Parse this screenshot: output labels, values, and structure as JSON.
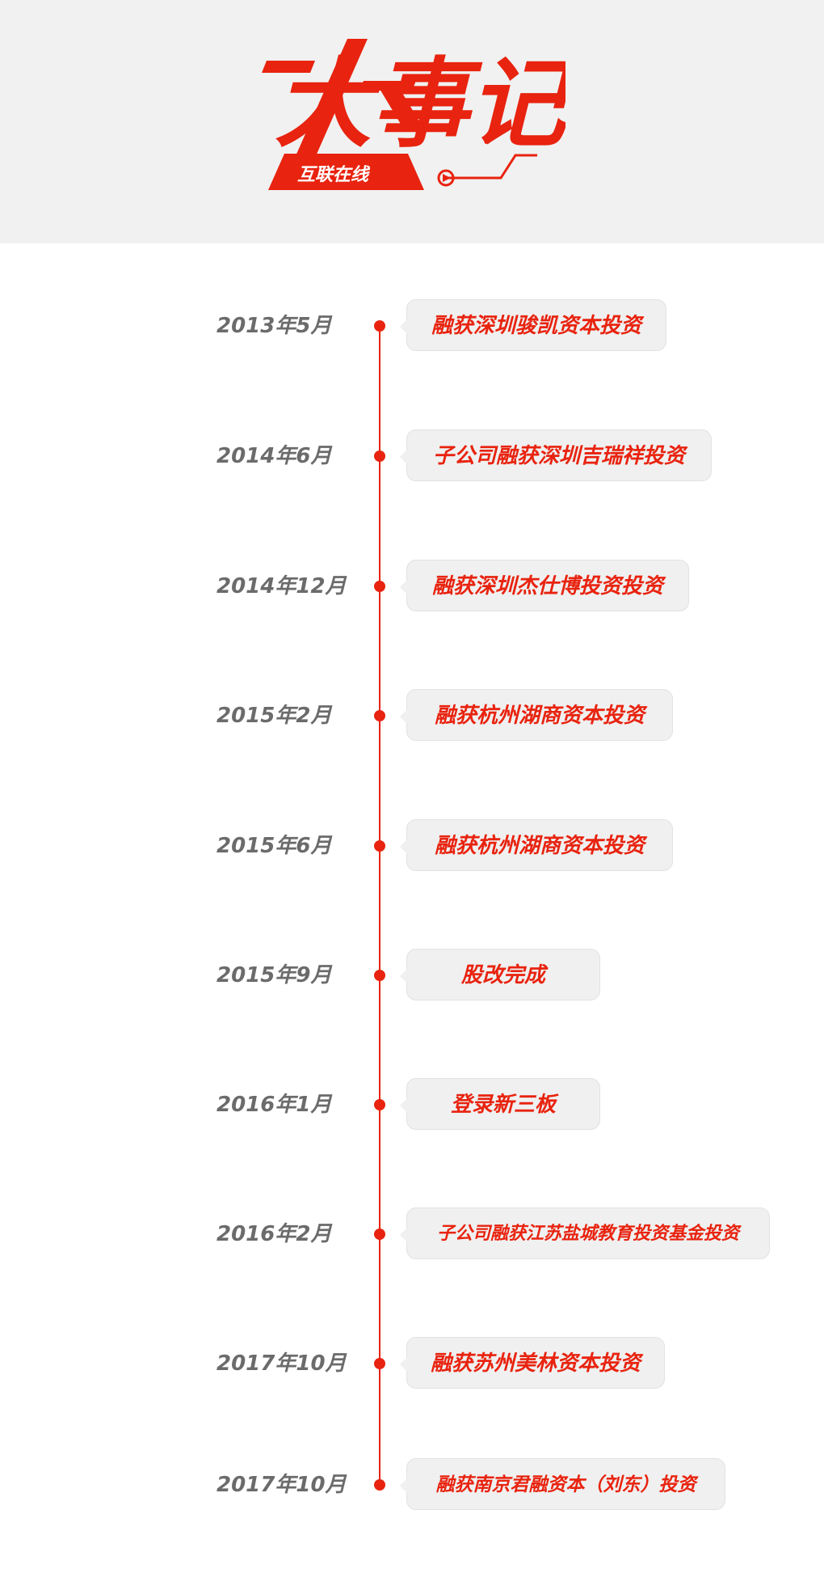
{
  "header": {
    "logo_title": "大事记",
    "logo_subtitle": "互联在线",
    "logo_icon": "play-icon",
    "accent_color": "#e8230f",
    "background_color": "#f1f1f1"
  },
  "timeline": {
    "line_color": "#e8230f",
    "date_color": "#6b6b6b",
    "events": [
      {
        "date": "2013年5月",
        "text": "融获深圳骏凯资本投资"
      },
      {
        "date": "2014年6月",
        "text": "子公司融获深圳吉瑞祥投资"
      },
      {
        "date": "2014年12月",
        "text": "融获深圳杰仕博投资投资"
      },
      {
        "date": "2015年2月",
        "text": "融获杭州湖商资本投资"
      },
      {
        "date": "2015年6月",
        "text": "融获杭州湖商资本投资"
      },
      {
        "date": "2015年9月",
        "text": "股改完成"
      },
      {
        "date": "2016年1月",
        "text": "登录新三板"
      },
      {
        "date": "2016年2月",
        "text": "子公司融获江苏盐城教育投资基金投资"
      },
      {
        "date": "2017年10月",
        "text": "融获苏州美林资本投资"
      },
      {
        "date": "2017年10月",
        "text": "融获南京君融资本（刘东）投资"
      }
    ]
  }
}
